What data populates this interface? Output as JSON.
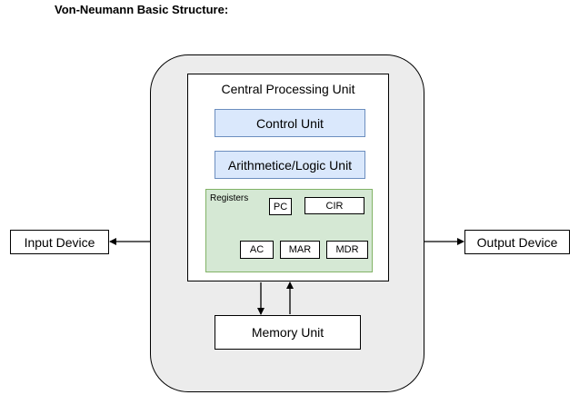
{
  "title": "Von-Neumann Basic Structure:",
  "cpu": {
    "title": "Central Processing Unit",
    "control_unit": "Control Unit",
    "alu": "Arithmetice/Logic Unit",
    "registers": {
      "label": "Registers",
      "pc": "PC",
      "cir": "CIR",
      "ac": "AC",
      "mar": "MAR",
      "mdr": "MDR"
    }
  },
  "memory_unit": "Memory Unit",
  "input_device": "Input Device",
  "output_device": "Output Device",
  "colors": {
    "computer_fill": "#ececec",
    "unit_fill": "#dae8fc",
    "unit_stroke": "#6c8ebf",
    "registers_fill": "#d5e8d4",
    "registers_stroke": "#82b366"
  }
}
